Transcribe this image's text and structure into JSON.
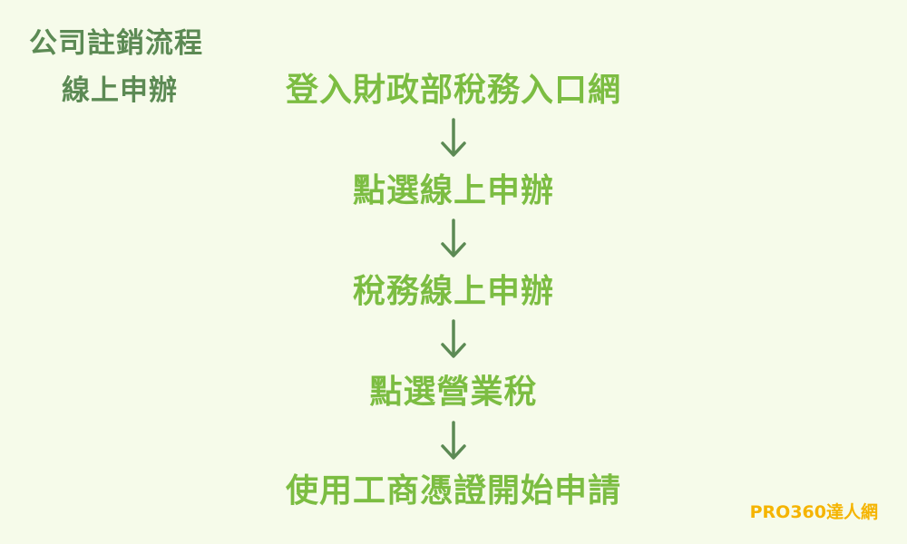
{
  "header": {
    "title": "公司註銷流程",
    "subtitle": "線上申辦"
  },
  "flow": {
    "steps": [
      "登入財政部稅務入口網",
      "點選線上申辦",
      "稅務線上申辦",
      "點選營業稅",
      "使用工商憑證開始申請"
    ],
    "arrow_icon": "down-arrow-icon"
  },
  "colors": {
    "background": "#f6fbea",
    "title": "#5c8a54",
    "step_text": "#7cbd42",
    "arrow": "#5c8a54",
    "brand": "#f5b400"
  },
  "brand": {
    "text": "PRO360達人網"
  }
}
